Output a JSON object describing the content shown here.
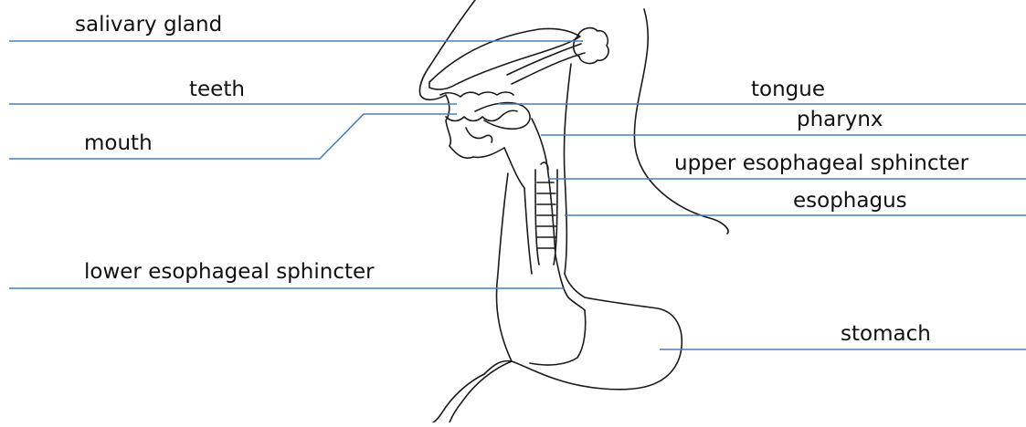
{
  "labels": {
    "salivary_gland": "salivary gland",
    "teeth": "teeth",
    "mouth": "mouth",
    "lower_esophageal_sphincter": "lower esophageal sphincter",
    "tongue": "tongue",
    "pharynx": "pharynx",
    "upper_esophageal_sphincter": "upper esophageal sphincter",
    "esophagus": "esophagus",
    "stomach": "stomach"
  },
  "colors": {
    "leader_line": "#4a7fc1",
    "outline": "#1a1a1a",
    "text": "#111111",
    "background": "#ffffff"
  }
}
